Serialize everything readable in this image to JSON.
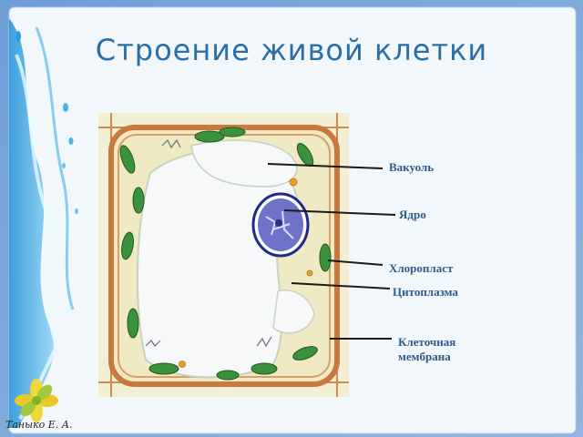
{
  "slide": {
    "title": "Строение живой клетки",
    "signature": "Tаныко Е. А."
  },
  "labels": {
    "vacuole": "Вакуоль",
    "nucleus": "Ядро",
    "chloroplast": "Хлоропласт",
    "cytoplasm": "Цитоплазма",
    "membrane_line1": "Клеточная",
    "membrane_line2": "мембрана"
  },
  "colors": {
    "background": "#7ea6d6",
    "panel": "#f2f7fb",
    "title": "#2a6fa8",
    "label": "#2d5a86",
    "cell_wall": "#c9793f",
    "cytoplasm": "#f0ecc8",
    "vacuole": "#f5f7f9",
    "chloroplast": "#3a8f3a",
    "nucleus": "#5a5ec0"
  }
}
